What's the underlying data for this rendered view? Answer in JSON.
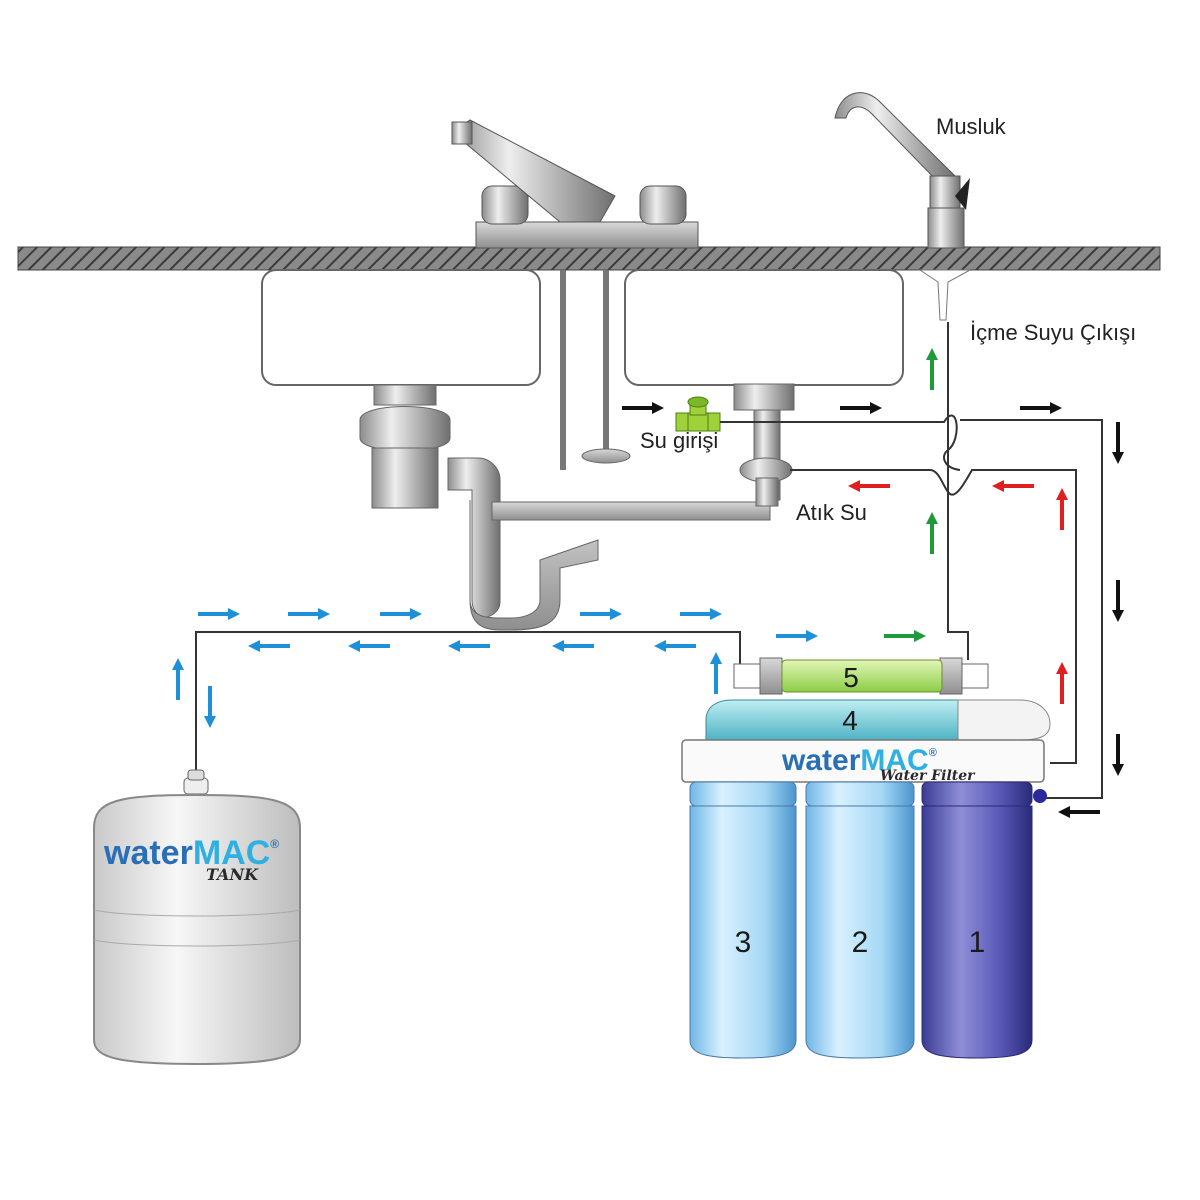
{
  "labels": {
    "faucet": "Musluk",
    "drinking_outlet": "İçme Suyu Çıkışı",
    "water_inlet": "Su girişi",
    "waste_water": "Atık Su"
  },
  "tank": {
    "brand_water": "water",
    "brand_mac": "MAC",
    "reg": "®",
    "subtitle": "TANK"
  },
  "unit": {
    "brand_water": "water",
    "brand_mac": "MAC",
    "reg": "®",
    "subtitle": "Water Filter"
  },
  "stages": [
    "1",
    "2",
    "3",
    "4",
    "5"
  ],
  "colors": {
    "pipe": "#333333",
    "arrow_feed": "#111111",
    "arrow_waste": "#e02020",
    "arrow_product": "#1f9a3a",
    "arrow_tank": "#1e90d8",
    "brand_blue": "#2a6fb5",
    "brand_light": "#2fb0e0",
    "counter": "#6e6e6e",
    "housing_clear": "#9fd6f2",
    "housing_dark": "#4a4aa8",
    "membrane": "#7fd0d8",
    "post_carbon": "#b5e07a"
  },
  "icons": [
    "faucet-icon",
    "sink-faucet-icon",
    "inlet-valve-icon",
    "drain-icon"
  ]
}
